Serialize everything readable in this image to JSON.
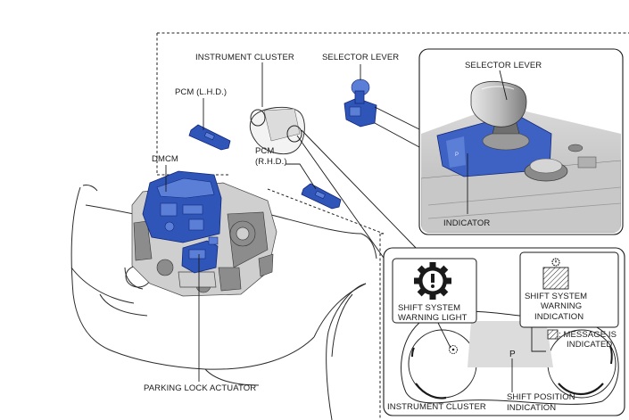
{
  "labels": {
    "instrument_cluster_top": "INSTRUMENT CLUSTER",
    "selector_lever_top": "SELECTOR LEVER",
    "selector_lever_detail": "SELECTOR LEVER",
    "pcm_lhd": "PCM (L.H.D.)",
    "pcm_rhd_line1": "PCM",
    "pcm_rhd_line2": "(R.H.D.)",
    "dmcm": "DMCM",
    "indicator": "INDICATOR",
    "parking_lock_actuator": "PARKING LOCK ACTUATOR",
    "shift_warning_light_line1": "SHIFT SYSTEM",
    "shift_warning_light_line2": "WARNING LIGHT",
    "shift_warning_ind_line1": "SHIFT SYSTEM",
    "shift_warning_ind_line2": "WARNING",
    "shift_warning_ind_line3": "INDICATION",
    "message_line1": ": MESSAGE IS",
    "message_line2": "INDICATED",
    "instrument_cluster_bottom": "INSTRUMENT CLUSTER",
    "shift_position_line1": "SHIFT POSITION",
    "shift_position_line2": "INDICATION",
    "gear_p": "P",
    "warning_exclaim": "!"
  },
  "colors": {
    "component_blue": "#2f55b8",
    "line": "#1a1a1a"
  },
  "icons": [
    "shift-warning-gear-icon",
    "small-gear-warning-icon",
    "hatched-message-icon"
  ]
}
